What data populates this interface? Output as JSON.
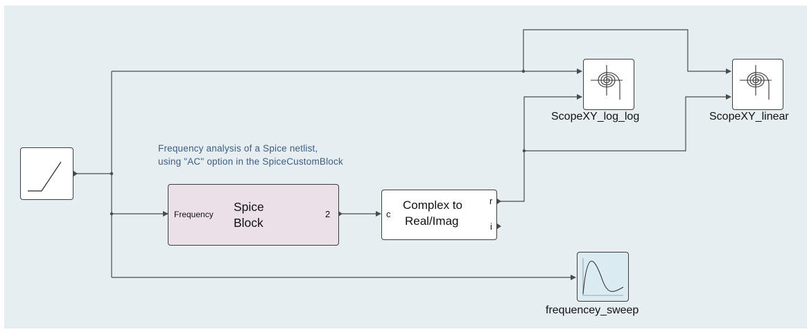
{
  "annotation": {
    "line1": "Frequency analysis of a Spice netlist,",
    "line2": "using \"AC\" option in the SpiceCustomBlock"
  },
  "blocks": {
    "ramp": {
      "icon": "ramp-icon"
    },
    "spice": {
      "title_line1": "Spice",
      "title_line2": "Block",
      "input_port": "Frequency",
      "output_port": "2",
      "fill": "#ece0e8"
    },
    "complex": {
      "title_line1": "Complex to",
      "title_line2": "Real/Imag",
      "input_port": "c",
      "output_port_real": "r",
      "output_port_imag": "i"
    },
    "scope_log": {
      "label": "ScopeXY_log_log",
      "icon": "spiral-icon"
    },
    "scope_linear": {
      "label": "ScopeXY_linear",
      "icon": "spiral-icon"
    },
    "sweep": {
      "label": "frequencey_sweep",
      "icon": "waveform-icon",
      "fill": "#daebf1"
    }
  },
  "colors": {
    "canvas": "#e6eef2",
    "wire": "#4a4a4a",
    "annotation": "#3d5c85"
  }
}
